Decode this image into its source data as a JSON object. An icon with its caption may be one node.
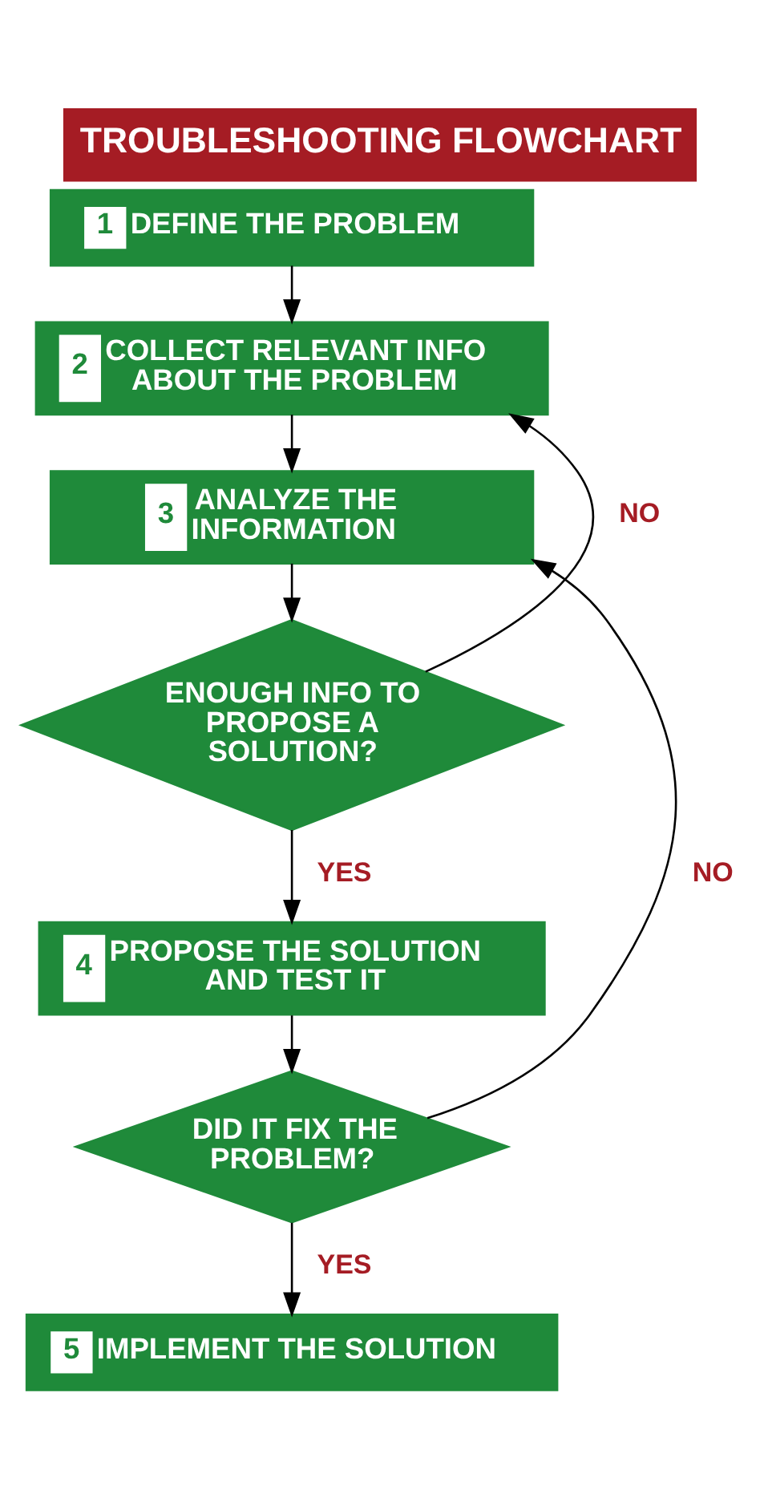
{
  "diagram": {
    "title": "TROUBLESHOOTING FLOWCHART",
    "nodes": [
      {
        "text": [
          "1",
          "DEFINE THE PROBLEM"
        ]
      },
      {
        "text": [
          "2",
          "COLLECT RELEVANT INFO ABOUT THE PROBLEM"
        ]
      },
      {
        "text": [
          "3",
          "ANALYZE THE INFORMATION"
        ]
      },
      {
        "text": [
          "ENOUGH INFO TO PROPOSE A SOLUTION?"
        ]
      },
      {
        "text": [
          "4",
          "PROPOSE THE SOLUTION AND TEST IT"
        ]
      },
      {
        "text": [
          "DID IT FIX THE PROBLEM?"
        ]
      },
      {
        "text": [
          "5",
          "IMPLEMENT THE SOLUTION"
        ]
      }
    ],
    "edges": [
      {
        "from": 0,
        "to": 1,
        "arrow": "to"
      },
      {
        "from": 1,
        "to": 2,
        "arrow": "to"
      },
      {
        "from": 2,
        "to": 3,
        "arrow": "to"
      },
      {
        "from": 3,
        "to": 1,
        "arrow": "to",
        "label": "NO"
      },
      {
        "from": 3,
        "to": 4,
        "arrow": "to",
        "label": "YES"
      },
      {
        "from": 4,
        "to": 5,
        "arrow": "to"
      },
      {
        "from": 5,
        "to": 2,
        "arrow": "to",
        "label": "NO"
      },
      {
        "from": 5,
        "to": 6,
        "arrow": "to",
        "label": "YES"
      }
    ]
  }
}
